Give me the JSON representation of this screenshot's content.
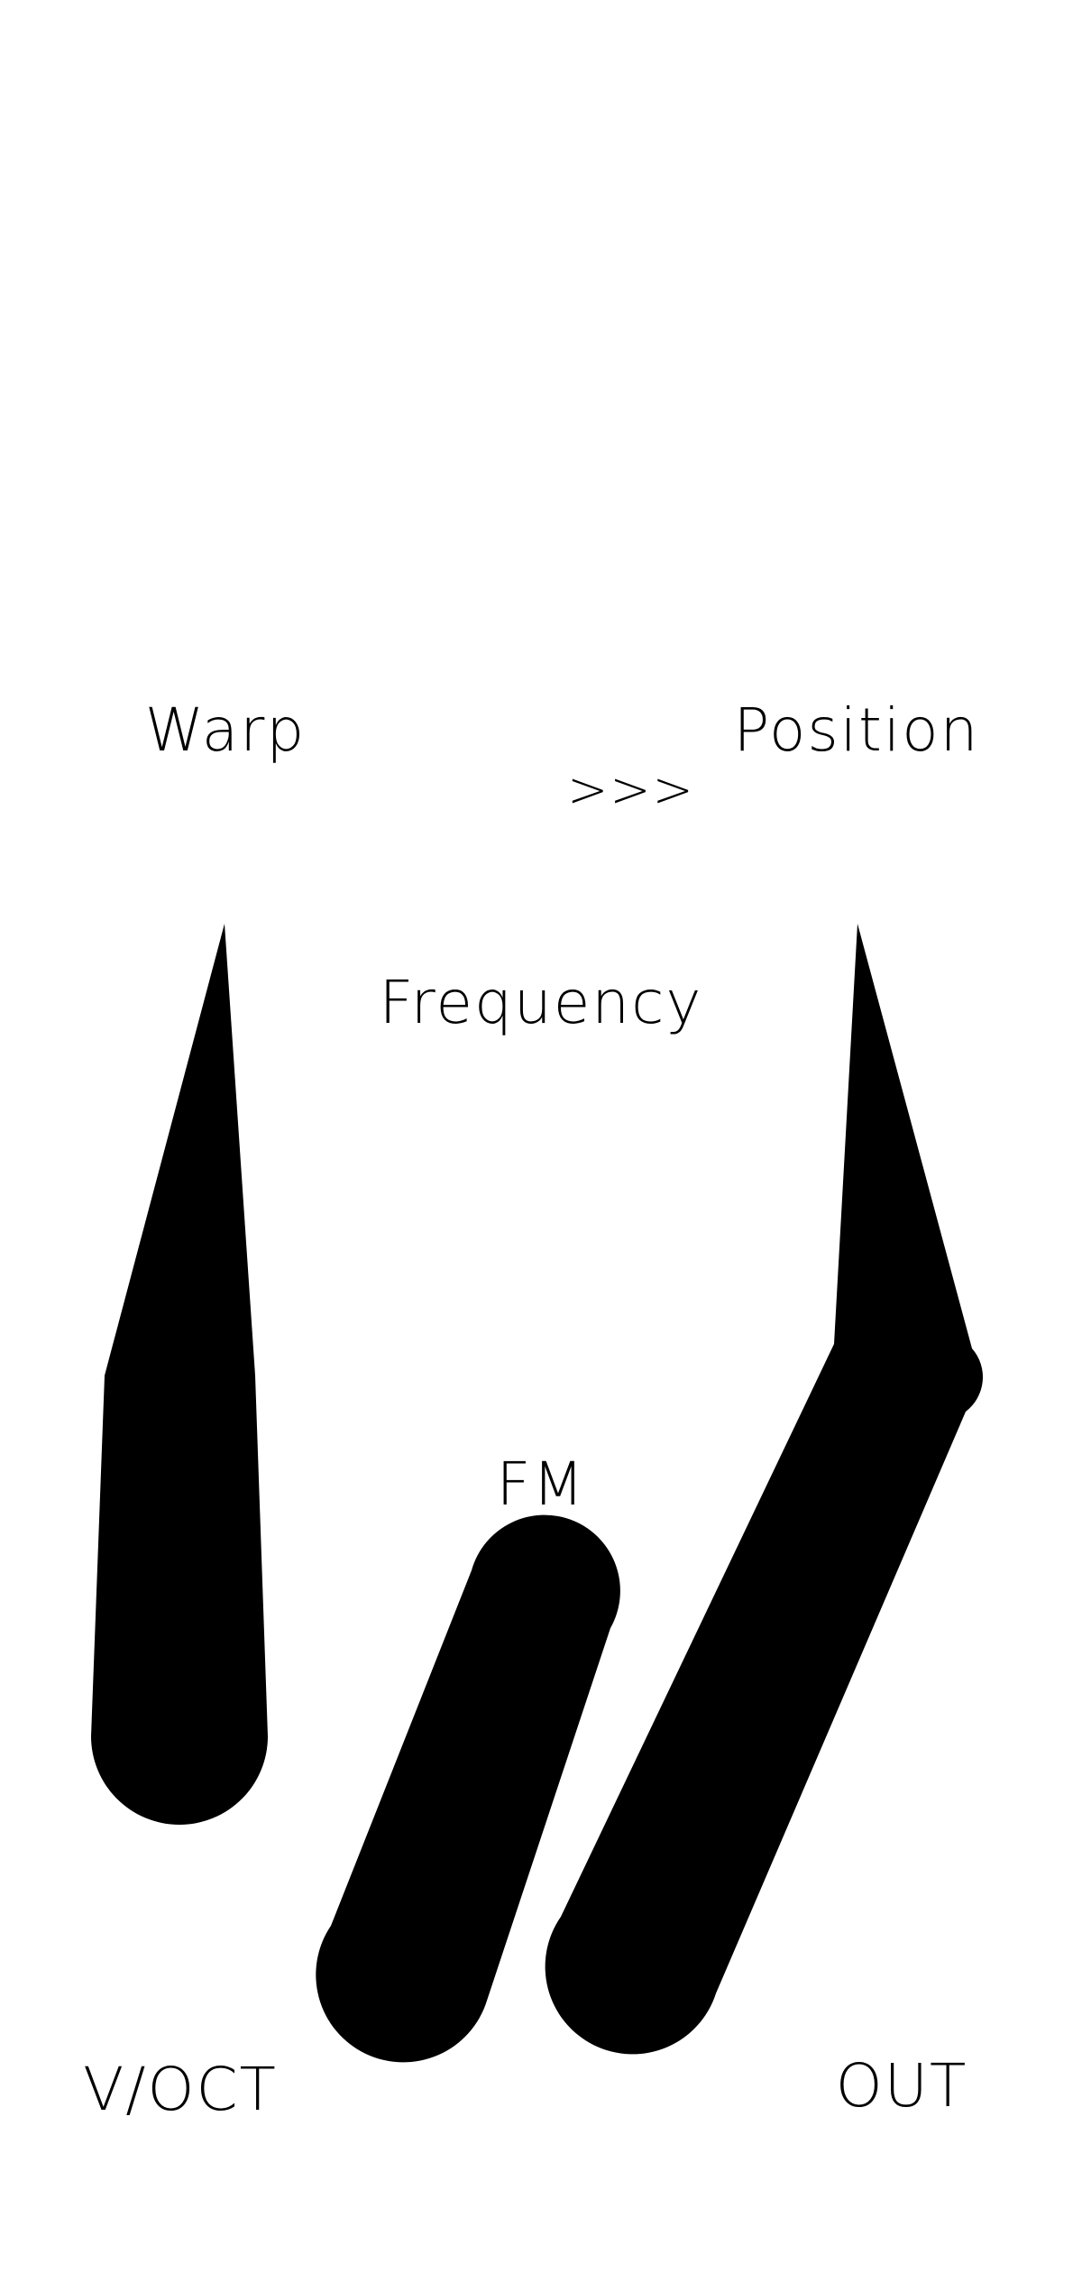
{
  "panel": {
    "background_color": "#ffffff",
    "ink_color": "#000000"
  },
  "labels": {
    "warp": "Warp",
    "position": "Position",
    "arrows": ">>>",
    "frequency": "Frequency",
    "fm": "FM",
    "voct": "V/OCT",
    "out": "OUT"
  }
}
